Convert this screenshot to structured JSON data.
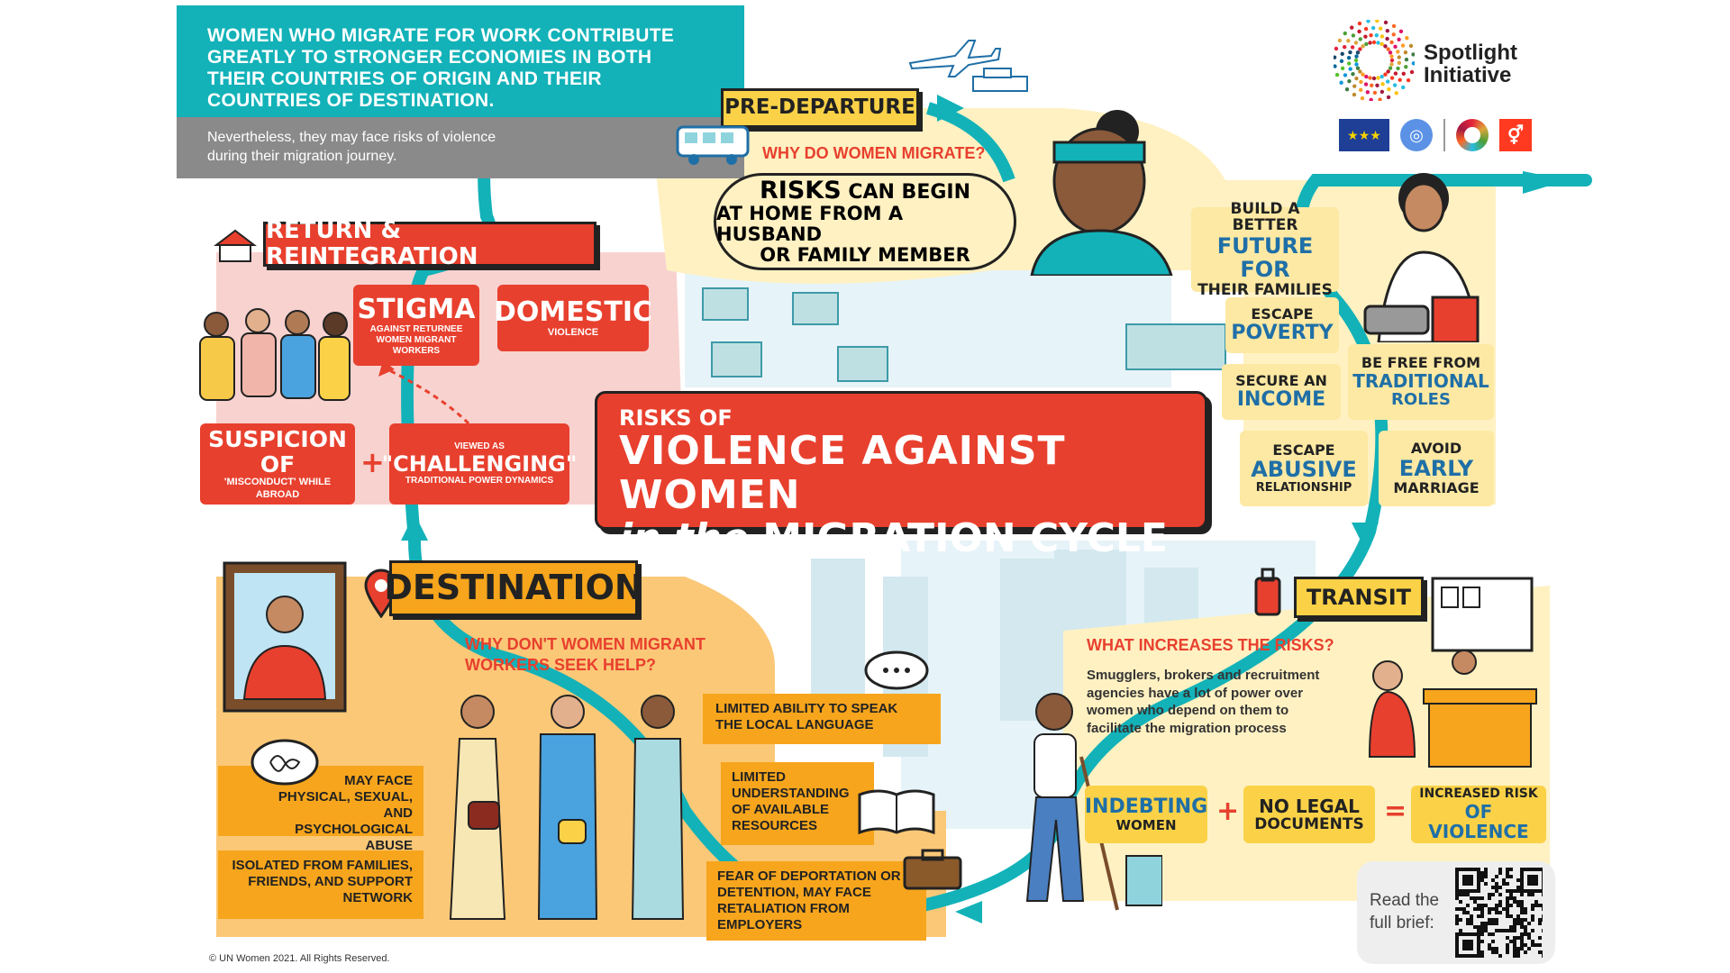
{
  "colors": {
    "teal": "#12b2b8",
    "red": "#e8402e",
    "orange": "#f7a51c",
    "cream": "#fde9a3",
    "yellow": "#fbd247",
    "grey": "#8a8a8a",
    "pink": "#f6c0bd"
  },
  "header": {
    "title": "WOMEN WHO MIGRATE FOR WORK CONTRIBUTE GREATLY TO STRONGER ECONOMIES IN BOTH THEIR COUNTRIES OF ORIGIN AND THEIR COUNTRIES OF DESTINATION.",
    "subtitle": "Nevertheless, they may face risks of violence during their migration journey."
  },
  "logo": {
    "name_line1": "Spotlight",
    "name_line2": "Initiative",
    "partner_icons": [
      "eu-flag-icon",
      "un-emblem-icon",
      "sdg-wheel-icon",
      "sdg5-gender-icon"
    ]
  },
  "main_title": {
    "line1": "RISKS of",
    "line2": "VIOLENCE AGAINST WOMEN",
    "line3_a": "in the",
    "line3_b": "MIGRATION CYCLE"
  },
  "pre_departure": {
    "label": "PRE-DEPARTURE",
    "question": "WHY DO WOMEN MIGRATE?",
    "bubble": {
      "line1_a": "RISKS",
      "line1_b": "CAN BEGIN",
      "line2": "AT HOME FROM A HUSBAND",
      "line3": "OR FAMILY MEMBER"
    },
    "reasons": [
      {
        "l1": "BUILD A BETTER",
        "l2": "FUTURE for",
        "l3": "their FAMILIES"
      },
      {
        "l1": "ESCAPE",
        "l2": "POVERTY"
      },
      {
        "l1": "SECURE AN",
        "l2": "INCOME"
      },
      {
        "l1": "BE FREE from",
        "l2": "TRADITIONAL",
        "l3": "ROLES"
      },
      {
        "l1": "ESCAPE",
        "l2": "ABUSIVE",
        "l3": "RELATIONSHIP"
      },
      {
        "l1": "AVOID",
        "l2": "EARLY",
        "l3": "MARRIAGE"
      }
    ]
  },
  "return": {
    "label": "RETURN & REINTEGRATION",
    "stigma": {
      "title": "STIGMA",
      "desc": "AGAINST RETURNEE WOMEN MIGRANT WORKERS"
    },
    "domestic": {
      "title": "DOMESTIC",
      "desc": "VIOLENCE"
    },
    "suspicion": {
      "title": "SUSPICION of",
      "desc": "'MISCONDUCT' WHILE ABROAD"
    },
    "challenging": {
      "pre": "VIEWED AS",
      "title": "\"CHALLENGING\"",
      "desc": "TRADITIONAL POWER DYNAMICS"
    },
    "plus": "+"
  },
  "destination": {
    "label": "DESTINATION",
    "question": "WHY DON'T WOMEN MIGRANT WORKERS SEEK HELP?",
    "reasons": [
      "LIMITED ABILITY TO SPEAK THE LOCAL LANGUAGE",
      "LIMITED UNDERSTANDING OF AVAILABLE RESOURCES",
      "FEAR OF DEPORTATION OR DETENTION, MAY FACE RETALIATION FROM EMPLOYERS"
    ],
    "risks": [
      "MAY FACE PHYSICAL, SEXUAL, AND PSYCHOLOGICAL ABUSE",
      "ISOLATED FROM FAMILIES, FRIENDS, AND SUPPORT NETWORK"
    ]
  },
  "transit": {
    "label": "TRANSIT",
    "question": "WHAT INCREASES THE RISKS?",
    "desc": "Smugglers, brokers and recruitment agencies have a lot of power over women who depend on them to facilitate the migration process",
    "equation": {
      "a1": "INDEBTING",
      "a2": "WOMEN",
      "plus": "+",
      "b1": "NO LEGAL",
      "b2": "DOCUMENTS",
      "eq": "=",
      "c1": "INCREASED RISK",
      "c2": "of VIOLENCE"
    }
  },
  "qr": {
    "label_line1": "Read the",
    "label_line2": "full brief:"
  },
  "footer": {
    "copyright": "© UN Women 2021. All Rights Reserved."
  }
}
